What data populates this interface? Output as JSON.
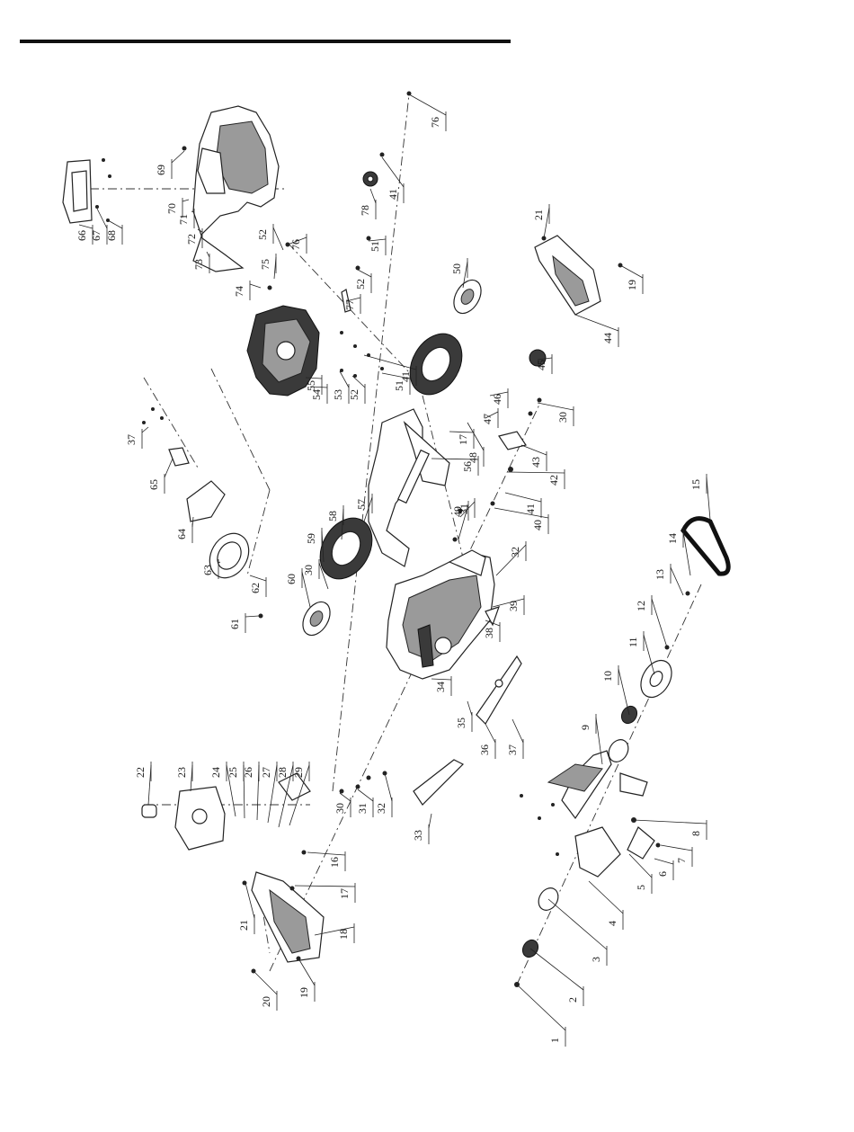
{
  "diagram": {
    "part_numbers": [
      "1",
      "2",
      "3",
      "4",
      "5",
      "6",
      "7",
      "8",
      "9",
      "10",
      "11",
      "12",
      "13",
      "14",
      "15",
      "16",
      "17",
      "17",
      "18",
      "19",
      "19",
      "20",
      "21",
      "21",
      "22",
      "23",
      "24",
      "25",
      "26",
      "27",
      "28",
      "29",
      "30",
      "30",
      "30",
      "31",
      "31",
      "32",
      "32",
      "33",
      "34",
      "35",
      "36",
      "37",
      "37",
      "38",
      "39",
      "40",
      "41",
      "41",
      "41",
      "42",
      "43",
      "44",
      "45",
      "46",
      "47",
      "48",
      "49",
      "50",
      "51",
      "51",
      "52",
      "52",
      "52",
      "53",
      "54",
      "55",
      "56",
      "57",
      "58",
      "59",
      "60",
      "61",
      "62",
      "63",
      "64",
      "65",
      "66",
      "67",
      "68",
      "69",
      "70",
      "71",
      "72",
      "73",
      "74",
      "75",
      "76",
      "76",
      "77",
      "78"
    ]
  }
}
